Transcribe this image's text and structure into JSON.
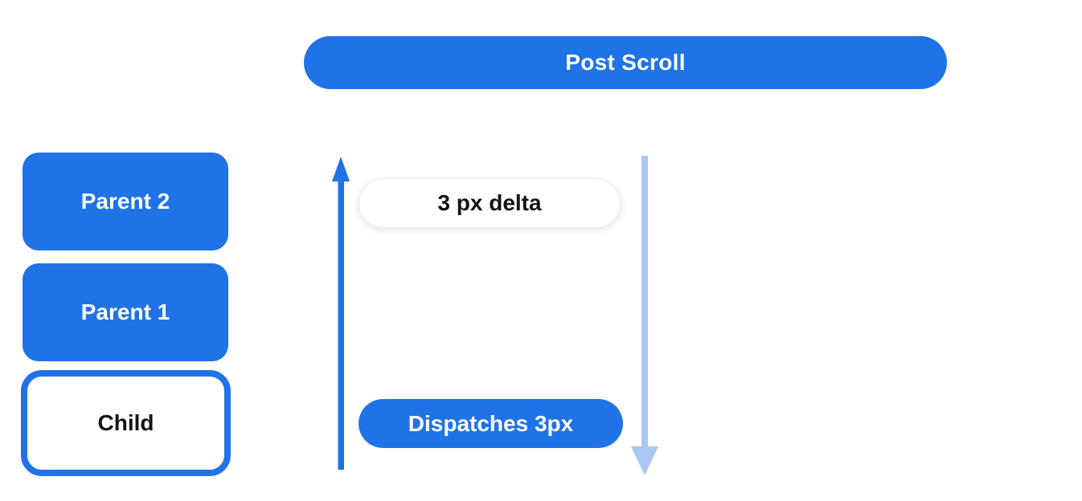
{
  "title": "Post Scroll",
  "banner": {
    "label": "Post Scroll"
  },
  "widget_stack": {
    "parent2": {
      "label": "Parent 2"
    },
    "parent1": {
      "label": "Parent 1"
    },
    "child": {
      "label": "Child"
    }
  },
  "scroll_flow": {
    "delta_pill": {
      "label": "3 px delta"
    },
    "dispatches_pill": {
      "label": "Dispatches 3px"
    },
    "up_arrow_icon": "arrow-up",
    "down_arrow_icon": "arrow-down"
  },
  "colors": {
    "primary_blue": "#2073E6",
    "light_blue": "#A9C7F2",
    "text_dark": "#121212",
    "text_light": "#FFFFFF",
    "pill_border": "#ECECEC"
  }
}
